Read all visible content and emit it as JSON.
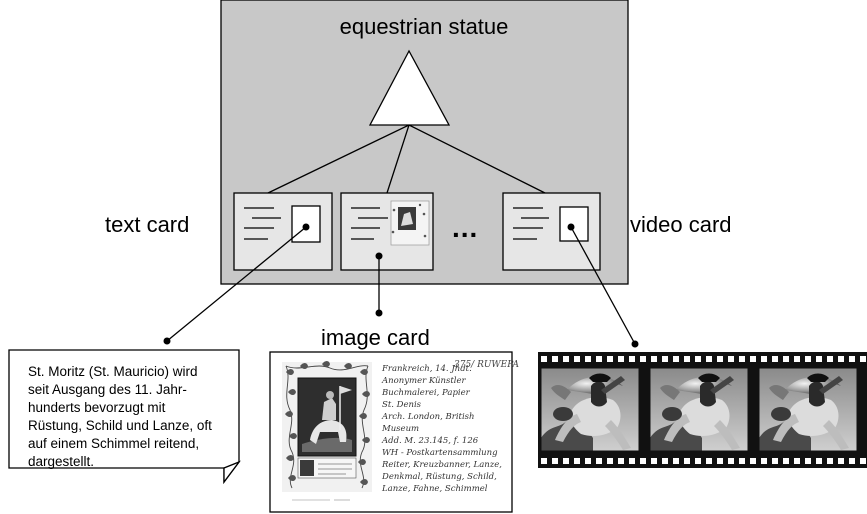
{
  "diagram": {
    "title": "equestrian statue",
    "labels": {
      "text_card": "text card",
      "video_card": "video card",
      "image_card": "image card",
      "ellipsis": "..."
    },
    "text_note": "St. Moritz (St. Mauricio) wird\nseit Ausgang des 11. Jahr-\nhunderts bevorzugt mit\nRüstung, Schild und Lanze, oft\nauf einem Schimmel reitend,\ndargestellt.",
    "image_card_reference": "375/ RUWEPA",
    "image_card_handwriting": "Frankreich, 14. Jhdt.\nAnonymer Künstler\nBuchmalerei, Papier\nSt. Denis\nArch. London, British Museum\nAdd. M. 23.145, f. 126\nWH - Postkartensammlung\nReiter, Kreuzbanner, Lanze,\nDenkmal, Rüstung, Schild,\nLanze, Fahne, Schimmel",
    "colors": {
      "panel_fill": "#c8c8c8",
      "card_fill": "#e6e6e6",
      "stroke": "#000000",
      "film": "#111111"
    }
  }
}
